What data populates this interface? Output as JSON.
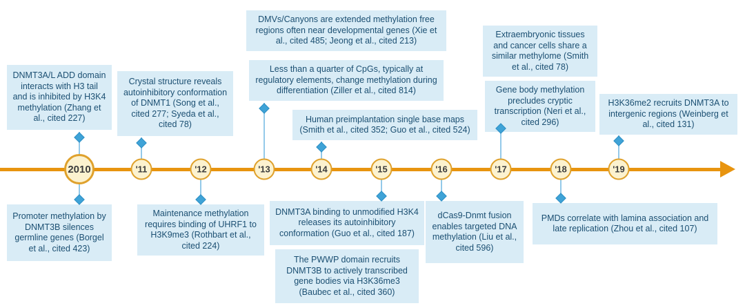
{
  "diagram": {
    "type": "timeline",
    "topic": "DNA methylation research milestones 2010-2019"
  },
  "colors": {
    "axis": "#e8940f",
    "node_fill": "#fcf2cf",
    "node_border": "#dfa12c",
    "callout_bg": "#d9ecf6",
    "callout_text": "#1b4f72",
    "connector": "#93c9e9",
    "diamond": "#3fa3d7"
  },
  "timeline": {
    "years": [
      {
        "label": "2010"
      },
      {
        "label": "'11"
      },
      {
        "label": "'12"
      },
      {
        "label": "'13"
      },
      {
        "label": "'14"
      },
      {
        "label": "'15"
      },
      {
        "label": "'16"
      },
      {
        "label": "'17"
      },
      {
        "label": "'18"
      },
      {
        "label": "'19"
      }
    ]
  },
  "callouts": {
    "above": [
      {
        "year": "2010",
        "text": "DNMT3A/L ADD domain interacts with H3 tail and is inhibited by H3K4 methylation (Zhang et al., cited 227)"
      },
      {
        "year": "'11",
        "text": "Crystal structure reveals autoinhibitory conformation of DNMT1 (Song et al., cited 277; Syeda et al., cited 78)"
      },
      {
        "year": "'13",
        "text": "DMVs/Canyons are extended methylation free regions often near developmental genes (Xie et al., cited 485; Jeong et al., cited 213)"
      },
      {
        "year": "'13",
        "text": "Less than a quarter of CpGs, typically at regulatory elements, change methylation during differentiation (Ziller et al., cited 814)"
      },
      {
        "year": "'14",
        "text": "Human preimplantation single base maps (Smith et al., cited 352; Guo et al., cited 524)"
      },
      {
        "year": "'17",
        "text": "Extraembryonic tissues and cancer cells share a similar methylome (Smith et al., cited 78)"
      },
      {
        "year": "'17",
        "text": "Gene body methylation precludes cryptic transcription (Neri et al., cited 296)"
      },
      {
        "year": "'19",
        "text": "H3K36me2 recruits DNMT3A to intergenic regions (Weinberg et al., cited 131)"
      }
    ],
    "below": [
      {
        "year": "2010",
        "text": "Promoter methylation by DNMT3B silences germline genes (Borgel et al., cited 423)"
      },
      {
        "year": "'12",
        "text": "Maintenance methylation requires binding of UHRF1 to H3K9me3 (Rothbart et al., cited 224)"
      },
      {
        "year": "'15",
        "text": "DNMT3A binding to unmodified H3K4 releases its autoinhibitory conformation (Guo et al., cited 187)"
      },
      {
        "year": "'15",
        "text": "The PWWP domain recruits DNMT3B to actively transcribed gene bodies via H3K36me3 (Baubec et al., cited 360)"
      },
      {
        "year": "'16",
        "text": "dCas9-Dnmt fusion enables targeted DNA methylation (Liu et al., cited 596)"
      },
      {
        "year": "'18",
        "text": "PMDs correlate with lamina association and late replication (Zhou et al., cited 107)"
      }
    ]
  }
}
